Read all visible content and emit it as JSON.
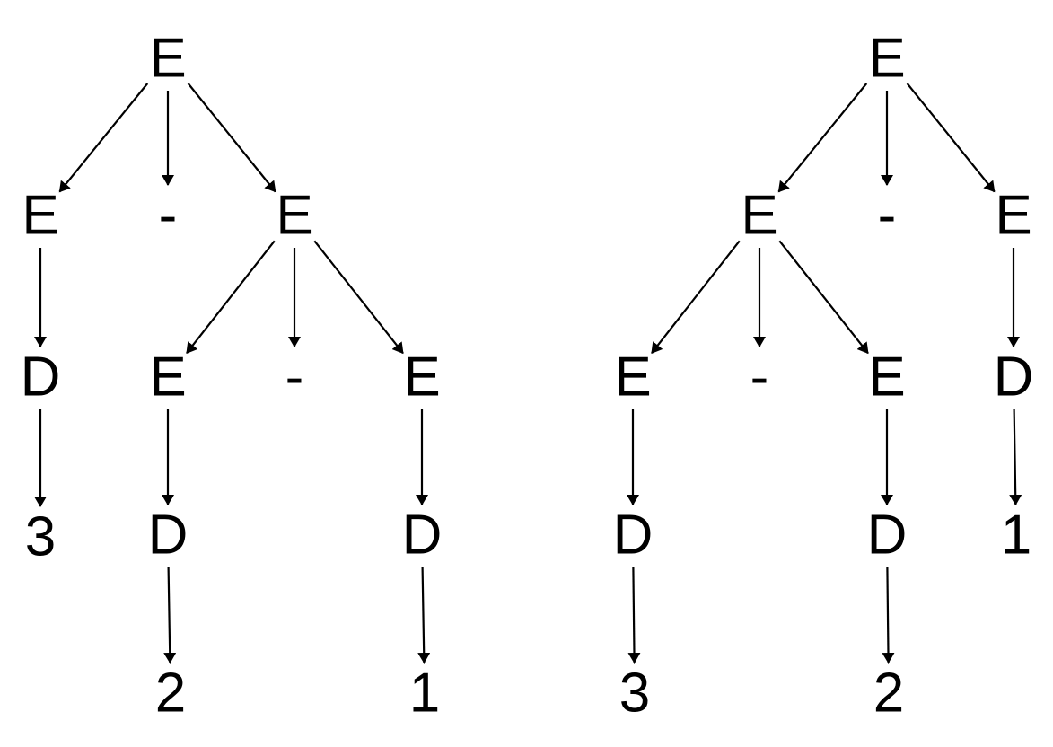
{
  "trees": [
    {
      "nodes": [
        {
          "id": "root",
          "label": "E"
        },
        {
          "id": "l",
          "label": "E"
        },
        {
          "id": "op1",
          "label": "-"
        },
        {
          "id": "r",
          "label": "E"
        },
        {
          "id": "l_d",
          "label": "D"
        },
        {
          "id": "l_d_n",
          "label": "3"
        },
        {
          "id": "rl",
          "label": "E"
        },
        {
          "id": "op2",
          "label": "-"
        },
        {
          "id": "rr",
          "label": "E"
        },
        {
          "id": "rl_d",
          "label": "D"
        },
        {
          "id": "rl_d_n",
          "label": "2"
        },
        {
          "id": "rr_d",
          "label": "D"
        },
        {
          "id": "rr_d_n",
          "label": "1"
        }
      ],
      "edges": [
        [
          "root",
          "l"
        ],
        [
          "root",
          "op1"
        ],
        [
          "root",
          "r"
        ],
        [
          "l",
          "l_d"
        ],
        [
          "l_d",
          "l_d_n"
        ],
        [
          "r",
          "rl"
        ],
        [
          "r",
          "op2"
        ],
        [
          "r",
          "rr"
        ],
        [
          "rl",
          "rl_d"
        ],
        [
          "rl_d",
          "rl_d_n"
        ],
        [
          "rr",
          "rr_d"
        ],
        [
          "rr_d",
          "rr_d_n"
        ]
      ]
    },
    {
      "nodes": [
        {
          "id": "root",
          "label": "E"
        },
        {
          "id": "l",
          "label": "E"
        },
        {
          "id": "op1",
          "label": "-"
        },
        {
          "id": "r",
          "label": "E"
        },
        {
          "id": "ll",
          "label": "E"
        },
        {
          "id": "op2",
          "label": "-"
        },
        {
          "id": "lr",
          "label": "E"
        },
        {
          "id": "r_d",
          "label": "D"
        },
        {
          "id": "ll_d",
          "label": "D"
        },
        {
          "id": "lr_d",
          "label": "D"
        },
        {
          "id": "r_d_n",
          "label": "1"
        },
        {
          "id": "ll_d_n",
          "label": "3"
        },
        {
          "id": "lr_d_n",
          "label": "2"
        }
      ],
      "edges": [
        [
          "root",
          "l"
        ],
        [
          "root",
          "op1"
        ],
        [
          "root",
          "r"
        ],
        [
          "l",
          "ll"
        ],
        [
          "l",
          "op2"
        ],
        [
          "l",
          "lr"
        ],
        [
          "r",
          "r_d"
        ],
        [
          "r_d",
          "r_d_n"
        ],
        [
          "ll",
          "ll_d"
        ],
        [
          "ll_d",
          "ll_d_n"
        ],
        [
          "lr",
          "lr_d"
        ],
        [
          "lr_d",
          "lr_d_n"
        ]
      ]
    }
  ]
}
